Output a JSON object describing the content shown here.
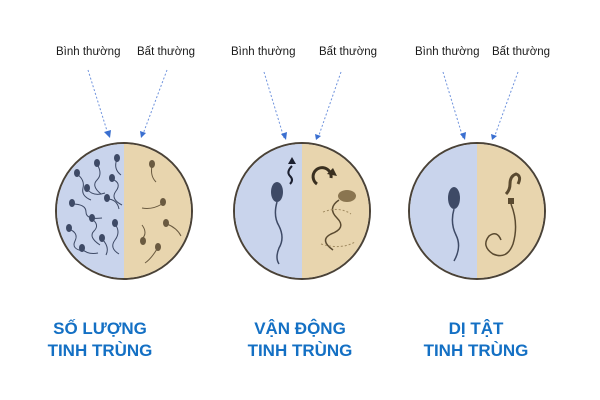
{
  "colors": {
    "title_blue": "#1470c4",
    "normal_half": "#c9d4ec",
    "abnormal_half": "#e8d5ae",
    "dish_border": "#4a4237",
    "arrow_blue": "#3a6fd0"
  },
  "panels": [
    {
      "normal_label": "Bình thường",
      "abnormal_label": "Bất thường",
      "title_line1": "SỐ LƯỢNG",
      "title_line2": "TINH TRÙNG",
      "illustration": "many-vs-few-sperm"
    },
    {
      "normal_label": "Bình thường",
      "abnormal_label": "Bất thường",
      "title_line1": "VẬN ĐỘNG",
      "title_line2": "TINH TRÙNG",
      "illustration": "straight-vs-circling-motion"
    },
    {
      "normal_label": "Bình thường",
      "abnormal_label": "Bất thường",
      "title_line1": "DỊ TẬT",
      "title_line2": "TINH TRÙNG",
      "illustration": "normal-vs-malformed-sperm"
    }
  ]
}
